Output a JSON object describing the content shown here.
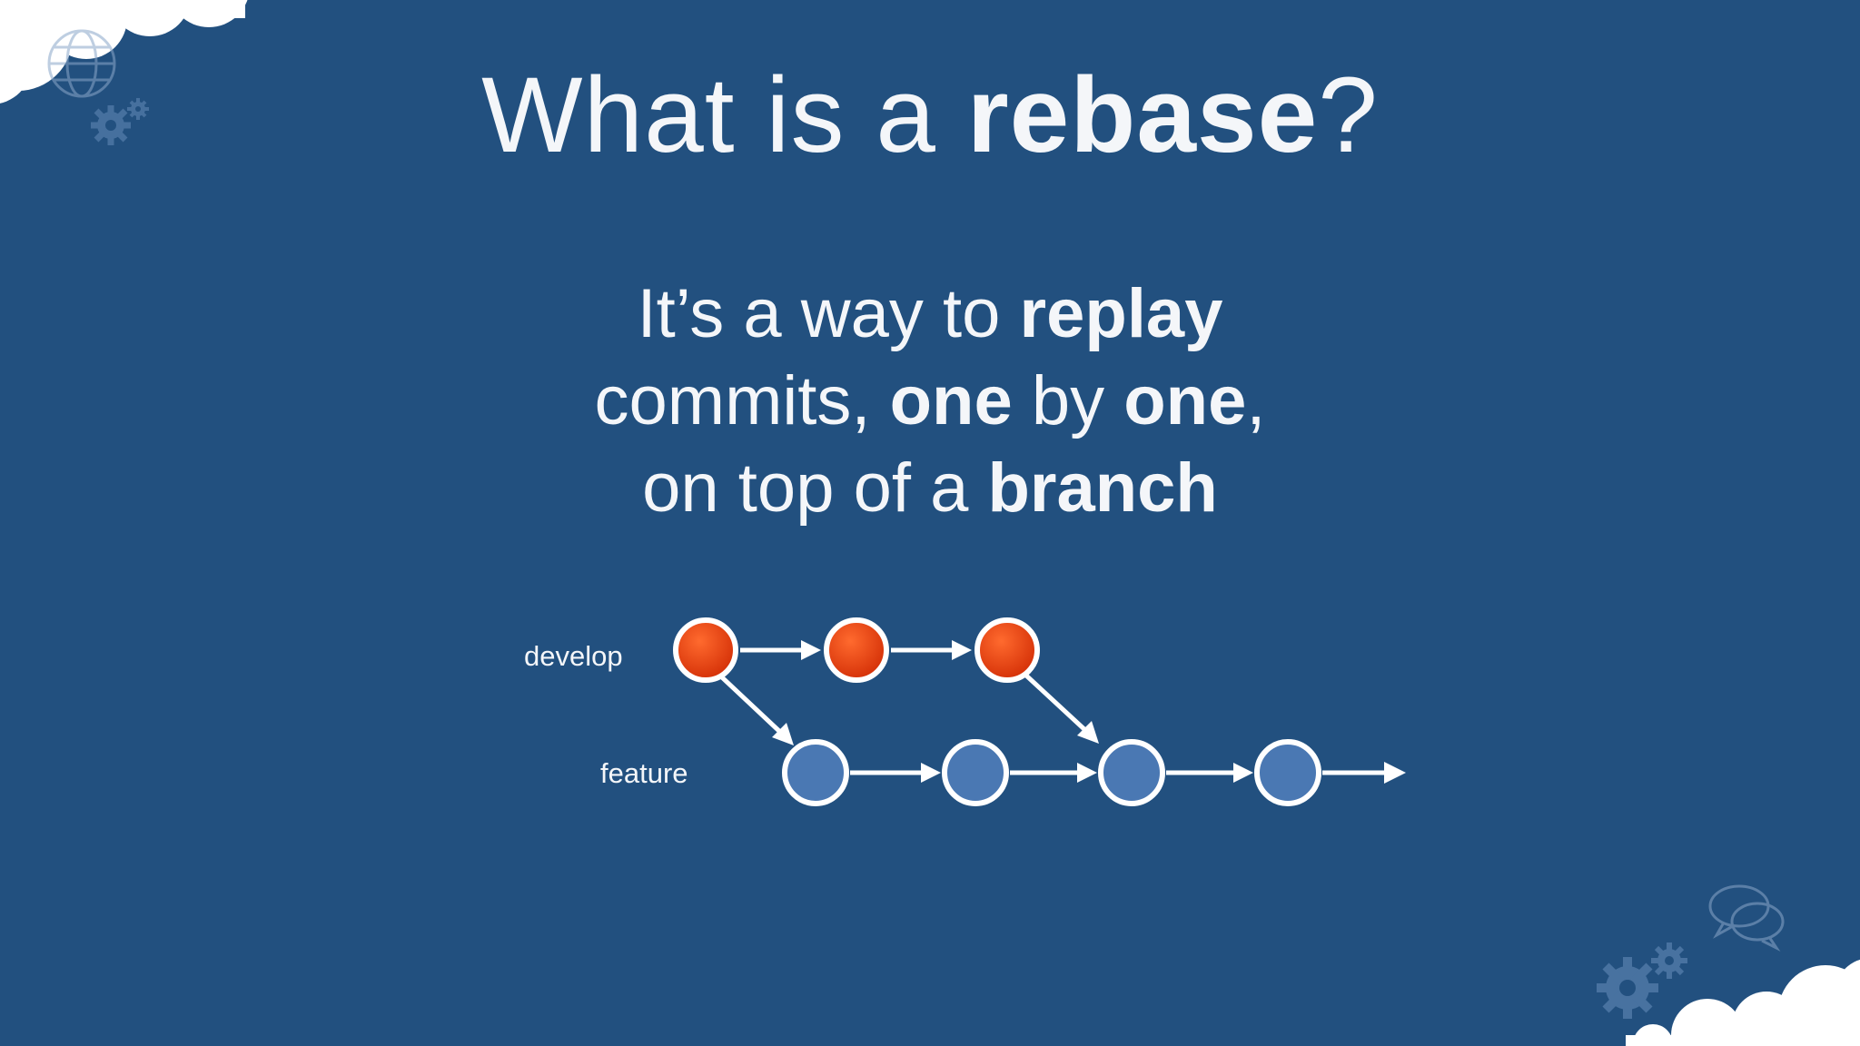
{
  "slide": {
    "title": {
      "part1": "What is a ",
      "bold": "rebase",
      "part2": "?"
    },
    "subtitle": {
      "line1": {
        "t1": "It’s a way to ",
        "b1": "replay"
      },
      "line2": {
        "t1": "commits, ",
        "b1": "one",
        "t2": " by ",
        "b2": "one",
        "t3": ","
      },
      "line3": {
        "t1": "on top of a ",
        "b1": "branch"
      }
    }
  },
  "diagram": {
    "branches": [
      {
        "name": "develop",
        "color": "#e5380f",
        "commits": 3
      },
      {
        "name": "feature",
        "color": "#4a78b3",
        "commits": 4
      }
    ]
  },
  "decorations": {
    "icons": [
      "cloud-icon",
      "globe-icon",
      "gears-icon",
      "chat-bubbles-icon"
    ]
  }
}
